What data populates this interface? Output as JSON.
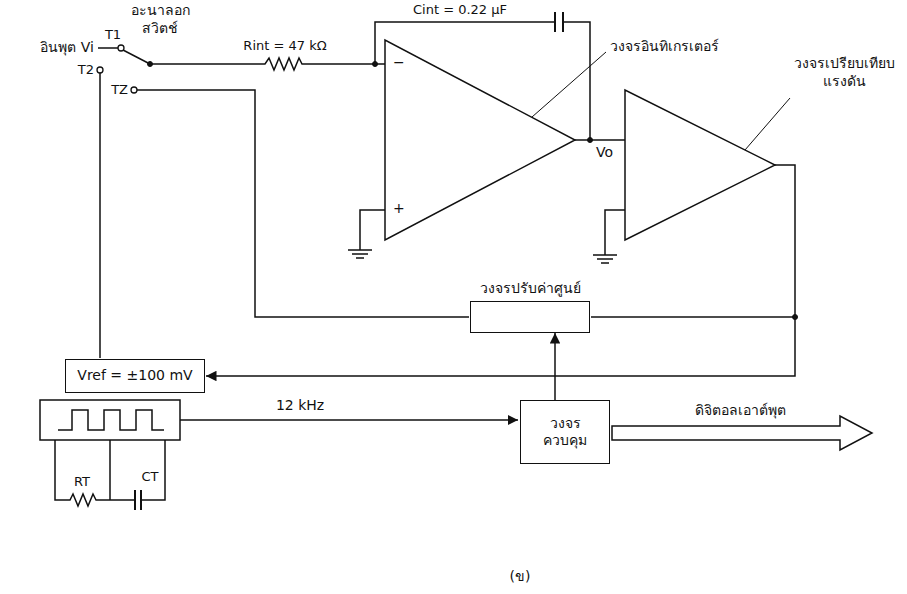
{
  "diagram": {
    "caption": "(ข)",
    "nodes": [
      {
        "text": [
          "วงจรปรับค่าศูนย์"
        ]
      },
      {
        "text": [
          "Vref = ±100 mV"
        ]
      },
      {
        "text": [
          "วงจร ควบคุม"
        ]
      }
    ],
    "edges": [
      {
        "from": 2,
        "to": 0,
        "arrow": "to"
      }
    ],
    "labels": [
      "อะนาลอก สวิตช์",
      "อินพุต Vi",
      "T1",
      "T2",
      "TZ",
      "Rint = 47 kΩ",
      "Cint = 0.22 μF",
      "วงจรอินทิเกรเตอร์",
      "−",
      "+",
      "Vo",
      "วงจรเปรียบเทียบ แรงดัน",
      "12 kHz",
      "RT",
      "CT",
      "ดิจิตอลเอาต์พุต"
    ]
  }
}
